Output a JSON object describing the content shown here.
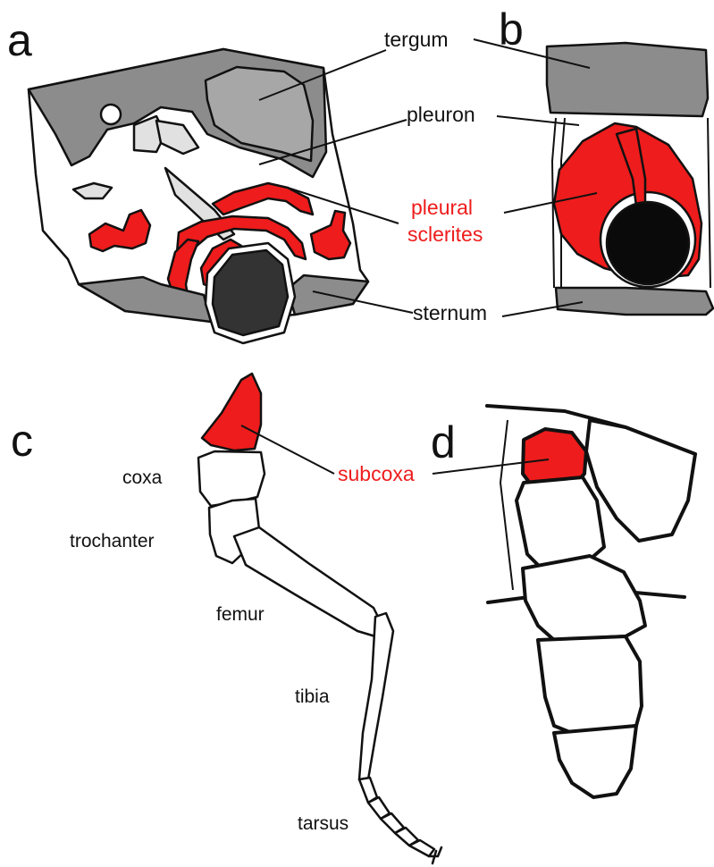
{
  "colors": {
    "sclerite_red": "#ee1c1c",
    "tergum_gray": "#8c8c8c",
    "light_gray": "#e1e1e1",
    "coxa_dark": "#333333",
    "outline": "#111111"
  },
  "panels": {
    "a": {
      "letter": "a"
    },
    "b": {
      "letter": "b"
    },
    "c": {
      "letter": "c"
    },
    "d": {
      "letter": "d"
    }
  },
  "labels": {
    "tergum": "tergum",
    "pleuron": "pleuron",
    "pleural_sclerites_line1": "pleural",
    "pleural_sclerites_line2": "sclerites",
    "sternum": "sternum",
    "subcoxa": "subcoxa",
    "coxa": "coxa",
    "trochanter": "trochanter",
    "femur": "femur",
    "tibia": "tibia",
    "tarsus": "tarsus"
  }
}
